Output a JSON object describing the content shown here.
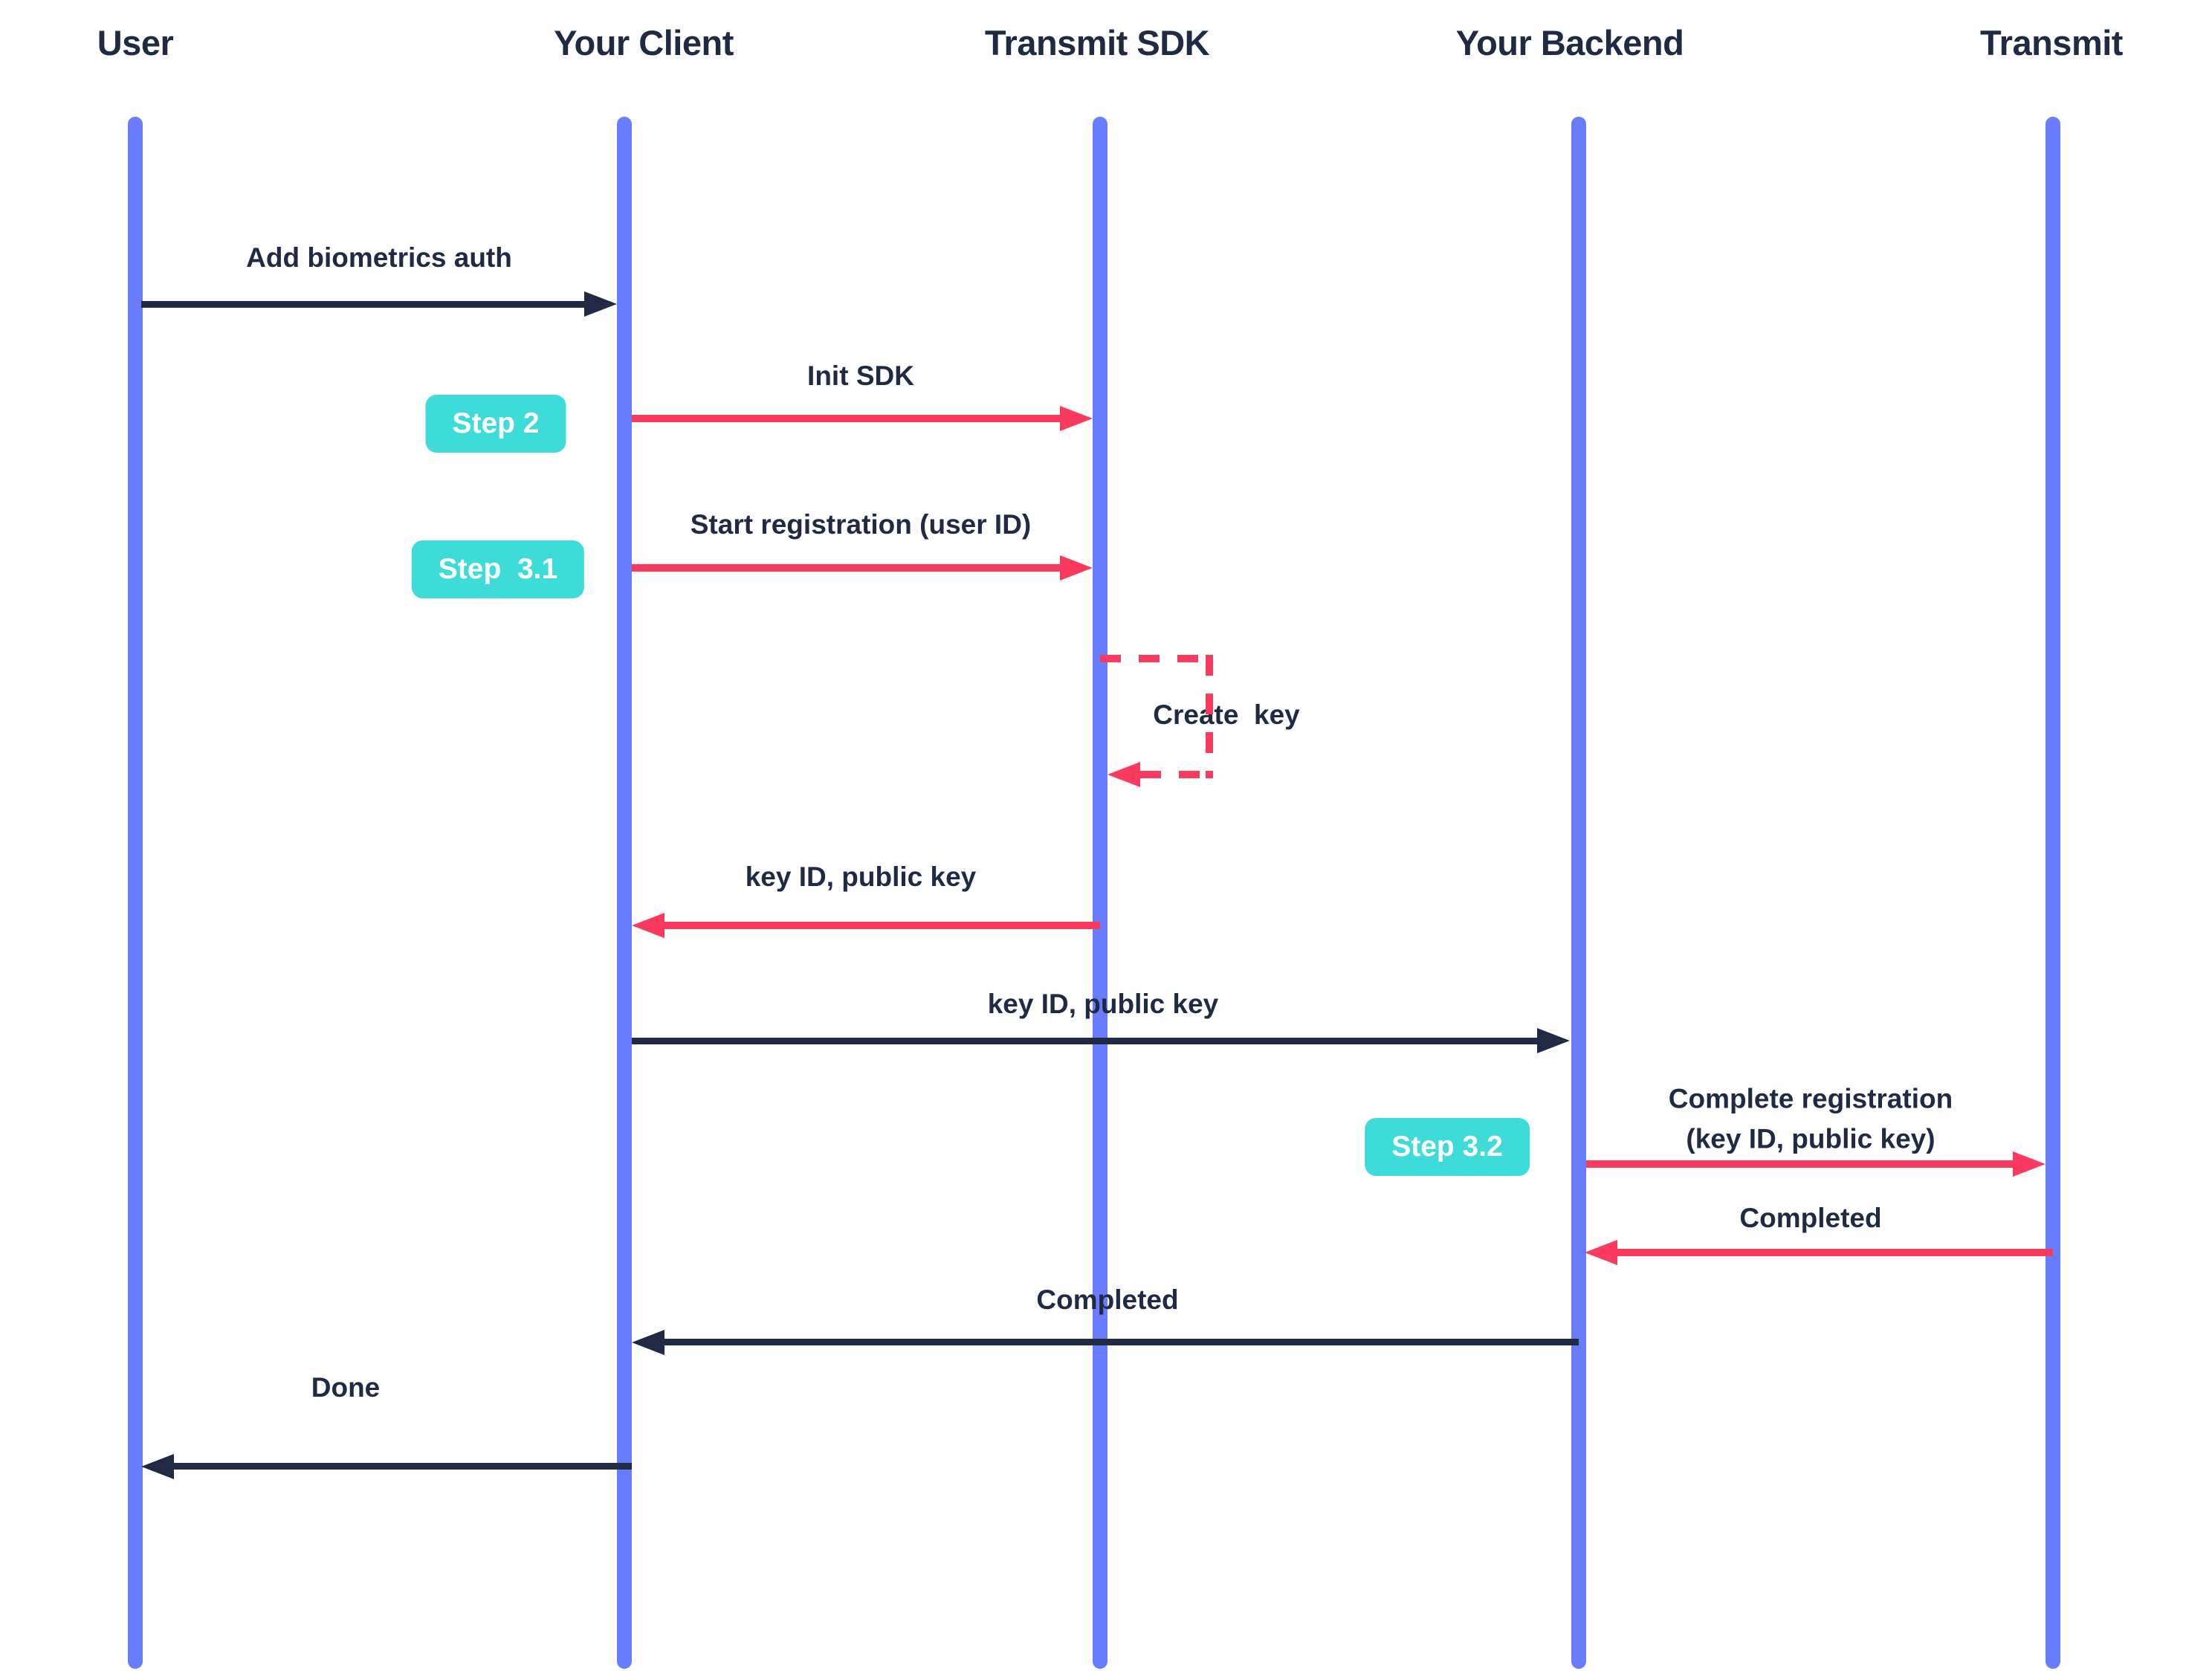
{
  "colors": {
    "navy": "#1F2A44",
    "pink": "#FB3A60",
    "teal": "#3EDCD9",
    "lifeline": "#697CFB",
    "bg": "#FFFFFF",
    "badge-text": "#FFFFFF"
  },
  "actors": [
    {
      "label": "User"
    },
    {
      "label": "Your Client"
    },
    {
      "label": "Transmit SDK"
    },
    {
      "label": "Your Backend"
    },
    {
      "label": "Transmit"
    }
  ],
  "steps": [
    {
      "label": "Step 2"
    },
    {
      "label": "Step  3.1"
    },
    {
      "label": "Step 3.2"
    }
  ],
  "messages": [
    {
      "label": "Add biometrics auth",
      "from": "User",
      "to": "Your Client",
      "color": "navy",
      "line": "solid"
    },
    {
      "label": "Init SDK",
      "from": "Your Client",
      "to": "Transmit SDK",
      "color": "pink",
      "line": "solid"
    },
    {
      "label": "Start registration (user ID)",
      "from": "Your Client",
      "to": "Transmit SDK",
      "color": "pink",
      "line": "solid"
    },
    {
      "label": "Create  key",
      "from": "Transmit SDK",
      "to": "Transmit SDK",
      "color": "pink",
      "line": "dashed",
      "self_message": true
    },
    {
      "label": "key ID, public key",
      "from": "Transmit SDK",
      "to": "Your Client",
      "color": "pink",
      "line": "solid"
    },
    {
      "label": "key ID, public key",
      "from": "Your Client",
      "to": "Your Backend",
      "color": "navy",
      "line": "solid"
    },
    {
      "label": "Complete registration\n(key ID, public key)",
      "from": "Your Backend",
      "to": "Transmit",
      "color": "pink",
      "line": "solid"
    },
    {
      "label": "Completed",
      "from": "Transmit",
      "to": "Your Backend",
      "color": "pink",
      "line": "solid"
    },
    {
      "label": "Completed",
      "from": "Your Backend",
      "to": "Your Client",
      "color": "navy",
      "line": "solid"
    },
    {
      "label": "Done",
      "from": "Your Client",
      "to": "User",
      "color": "navy",
      "line": "solid"
    }
  ]
}
